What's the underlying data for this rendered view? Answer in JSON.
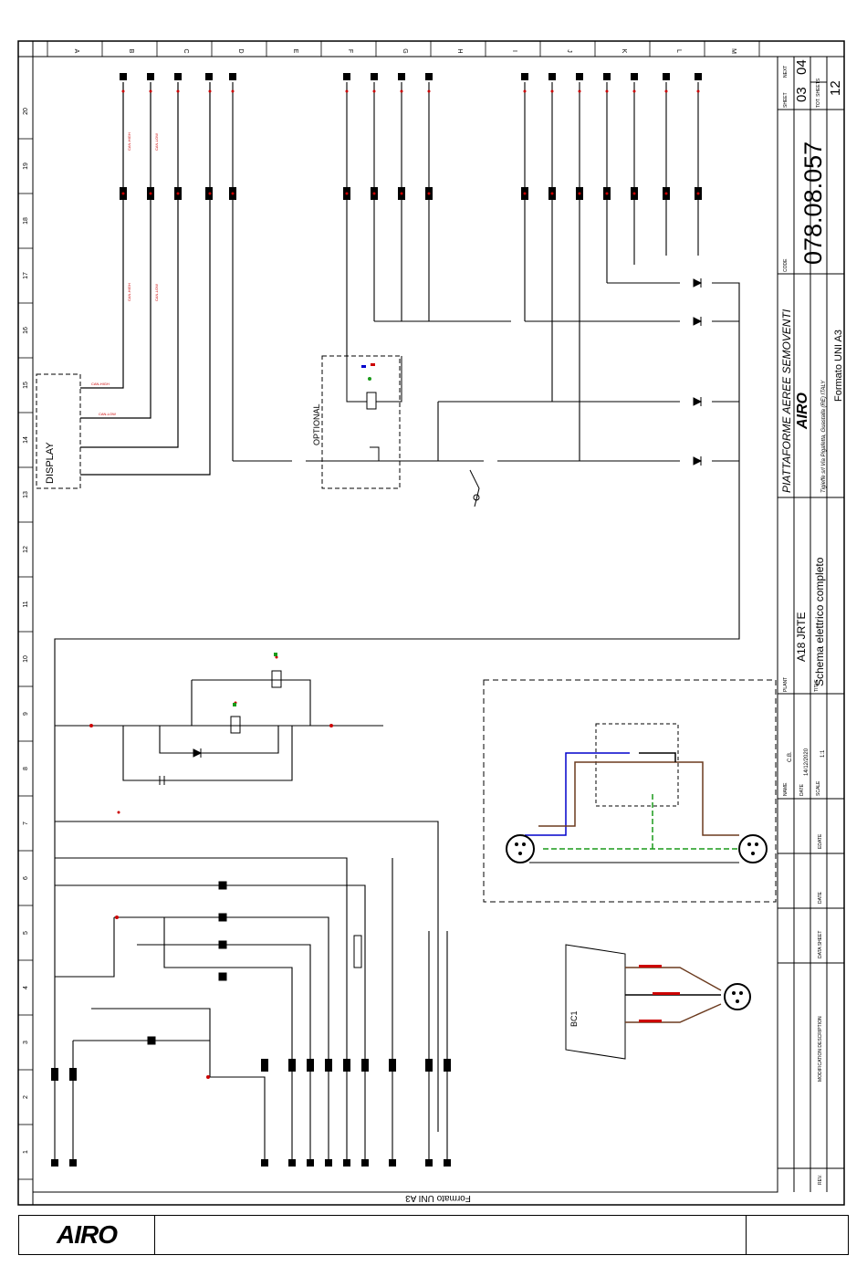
{
  "sheet": {
    "title_main": "PIATTAFORME AEREE SEMOVENTI",
    "brand": "AIRO",
    "address": "Tigieffe srl Via Pigafetta, Guastalla (RE) ITALY",
    "code_label": "CODE",
    "code": "078.08.057",
    "sheet_label": "SHEET",
    "sheet_no": "03",
    "next_label": "NEXT",
    "next_no": "04",
    "tot_label": "TOT. SHEETS",
    "tot_no": "12",
    "format": "Formato UNI A3",
    "plant_label": "PLANT",
    "plant": "A18 JRTE",
    "title_label": "TITLE",
    "title": "Schema elettrico completo",
    "name_label": "NAME",
    "name": "C.B.",
    "date_label": "DATE",
    "date": "14/12/2020",
    "scale_label": "SCALE",
    "scale": "1:1",
    "edate_label": "EDATE",
    "bottom_labels": [
      "REV.",
      "MODIFICATION DESCRIPTION",
      "DATA SHEET",
      "DATE",
      "EDATE"
    ],
    "format_bottom": "Formato UNI A3"
  },
  "grid": {
    "letters": [
      "A",
      "B",
      "C",
      "D",
      "E",
      "F",
      "G",
      "H",
      "I",
      "J",
      "K",
      "L",
      "M"
    ],
    "numbers": [
      "1",
      "2",
      "3",
      "4",
      "5",
      "6",
      "7",
      "8",
      "9",
      "10",
      "11",
      "12",
      "13",
      "14",
      "15",
      "16",
      "17",
      "18",
      "19",
      "20"
    ]
  },
  "labels": {
    "display": "DISPLAY",
    "optional": "OPTIONAL",
    "bc1": "BC1"
  },
  "footer": {
    "logo": "AIRO"
  },
  "colors": {
    "wire": "#000000",
    "red": "#cc0000",
    "green": "#1a9a1a",
    "blue": "#0000cc",
    "brown": "#6b3a1e"
  }
}
